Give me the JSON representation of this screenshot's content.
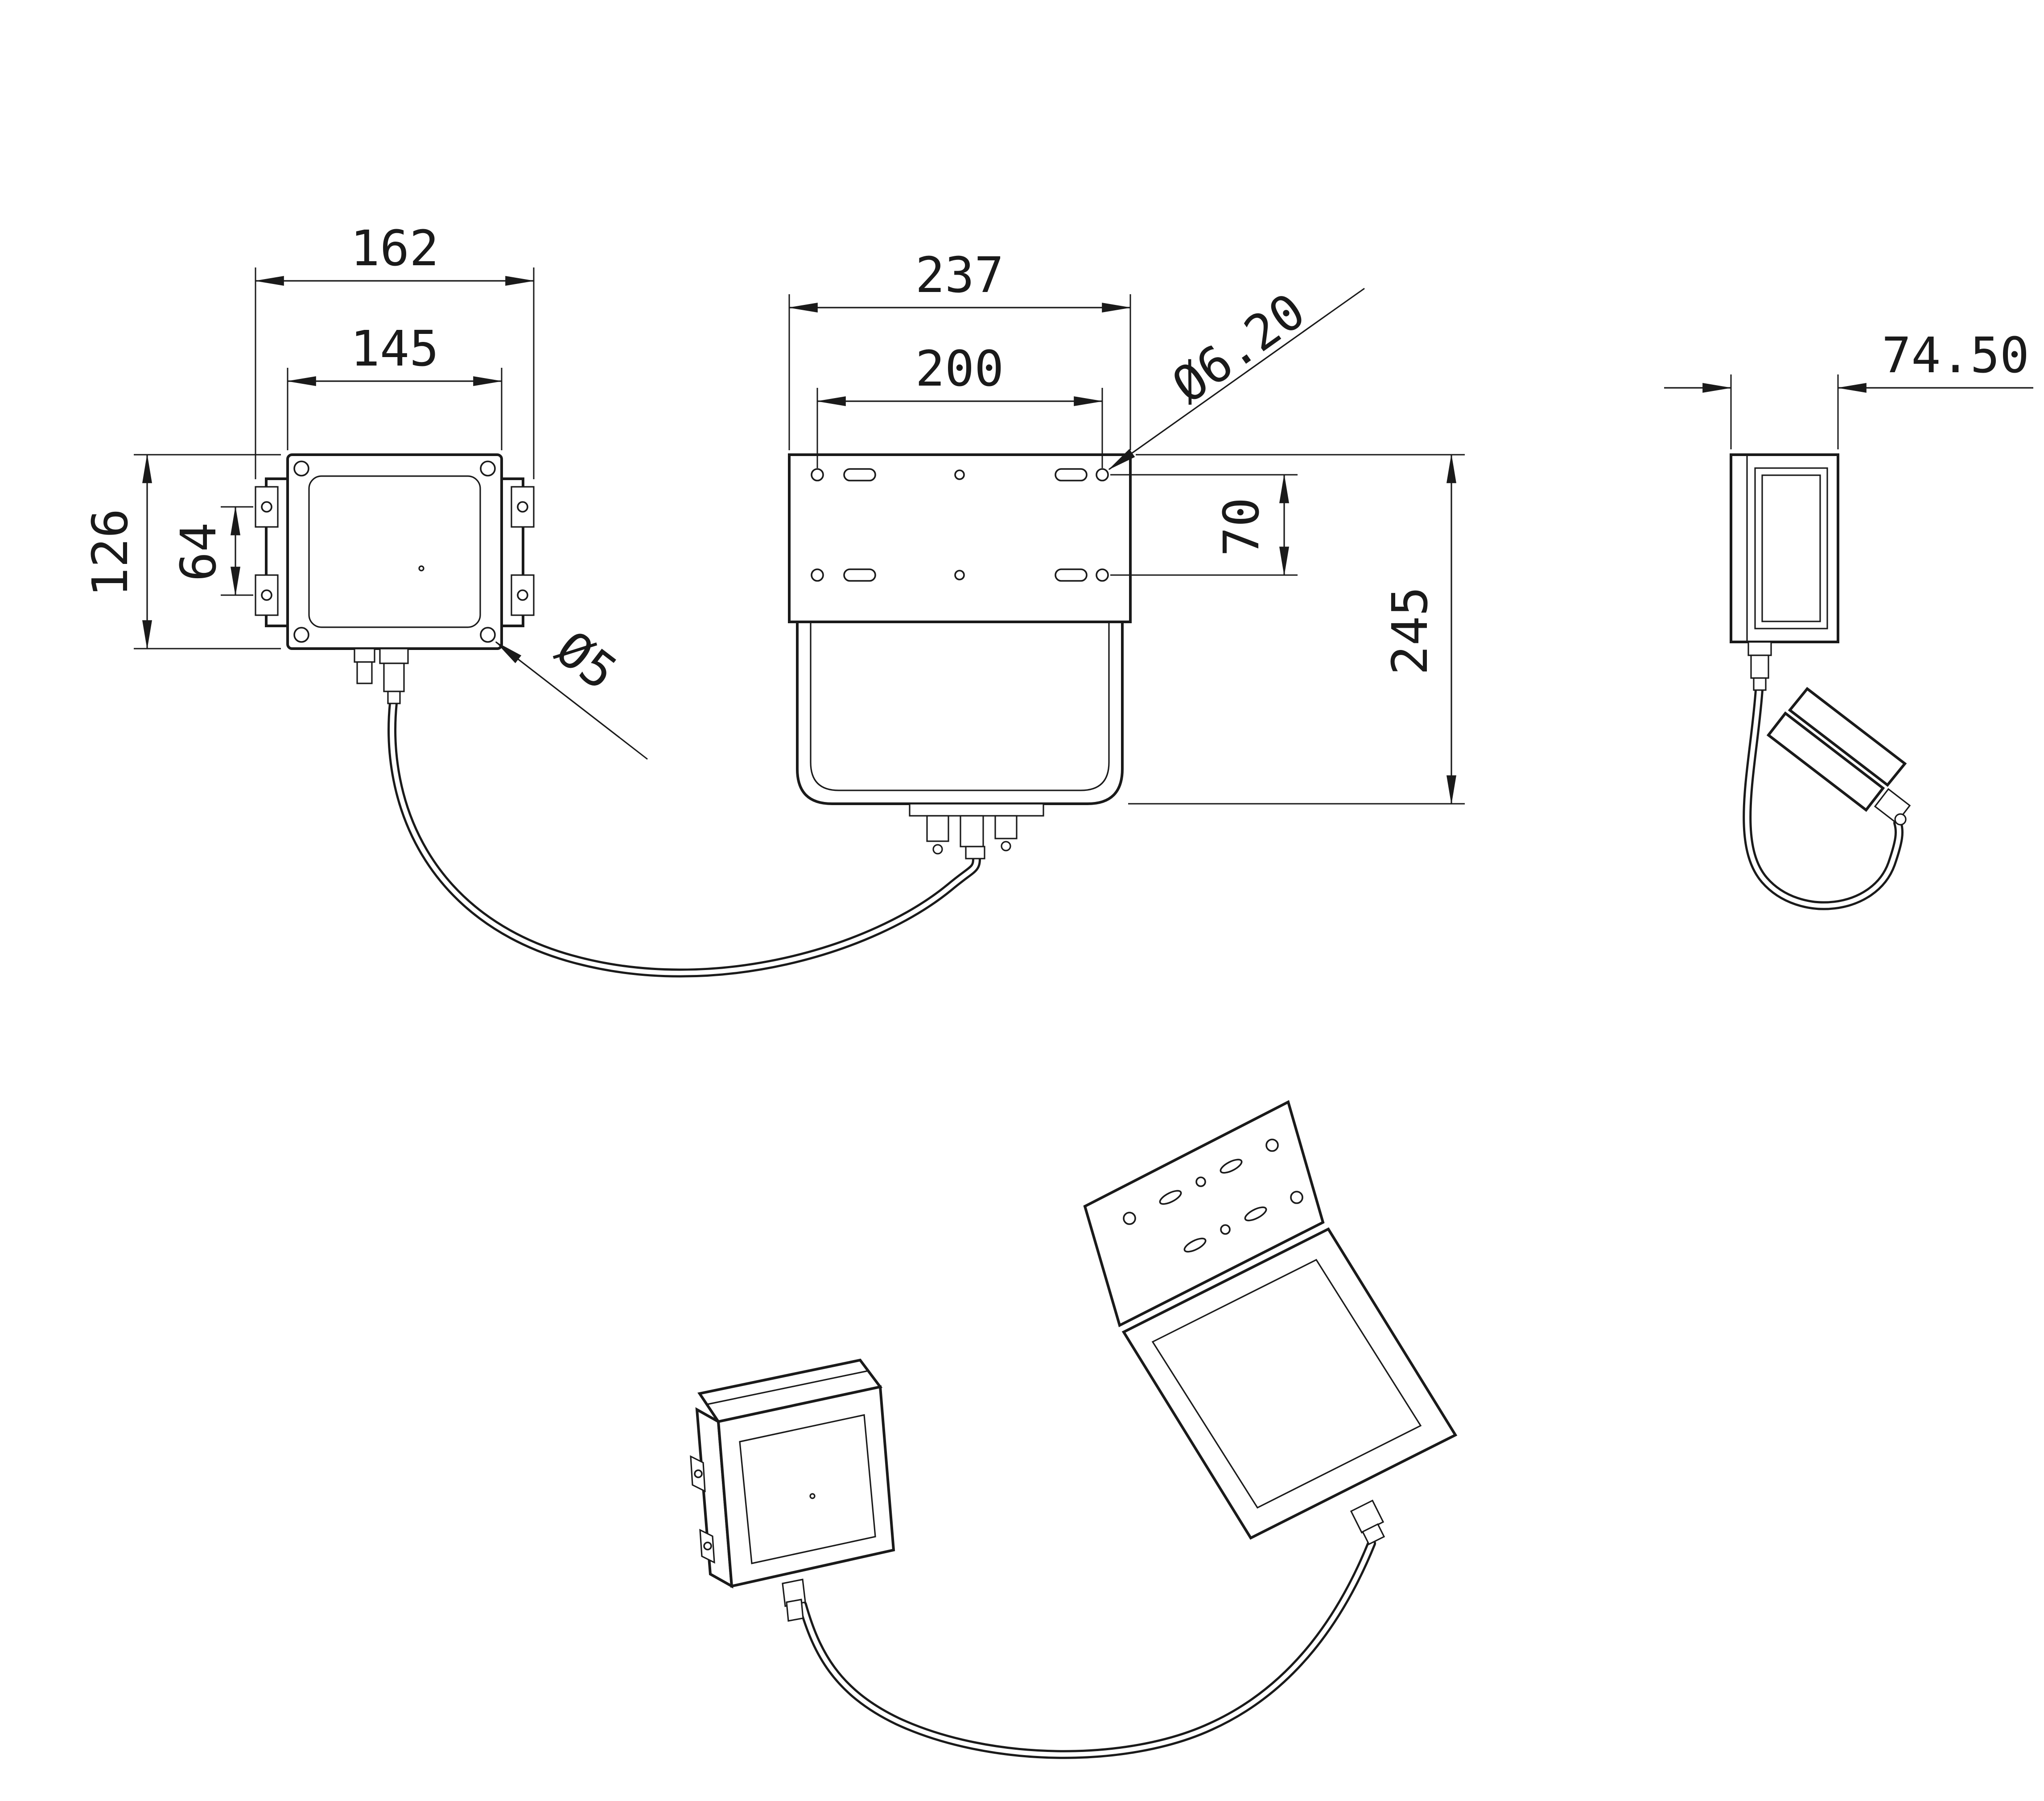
{
  "dimensions": {
    "front": {
      "overall_width": "162",
      "body_width": "145",
      "overall_height": "126",
      "tab_spacing": "64",
      "corner_hole": "Ø5"
    },
    "bracket": {
      "overall_width": "237",
      "hole_spacing_x": "200",
      "hole_diameter": "Ø6.20",
      "hole_spacing_y": "70",
      "overall_height": "245"
    },
    "side": {
      "depth": "74.50"
    }
  },
  "colors": {
    "line": "#1a1a1a",
    "background": "#ffffff"
  }
}
